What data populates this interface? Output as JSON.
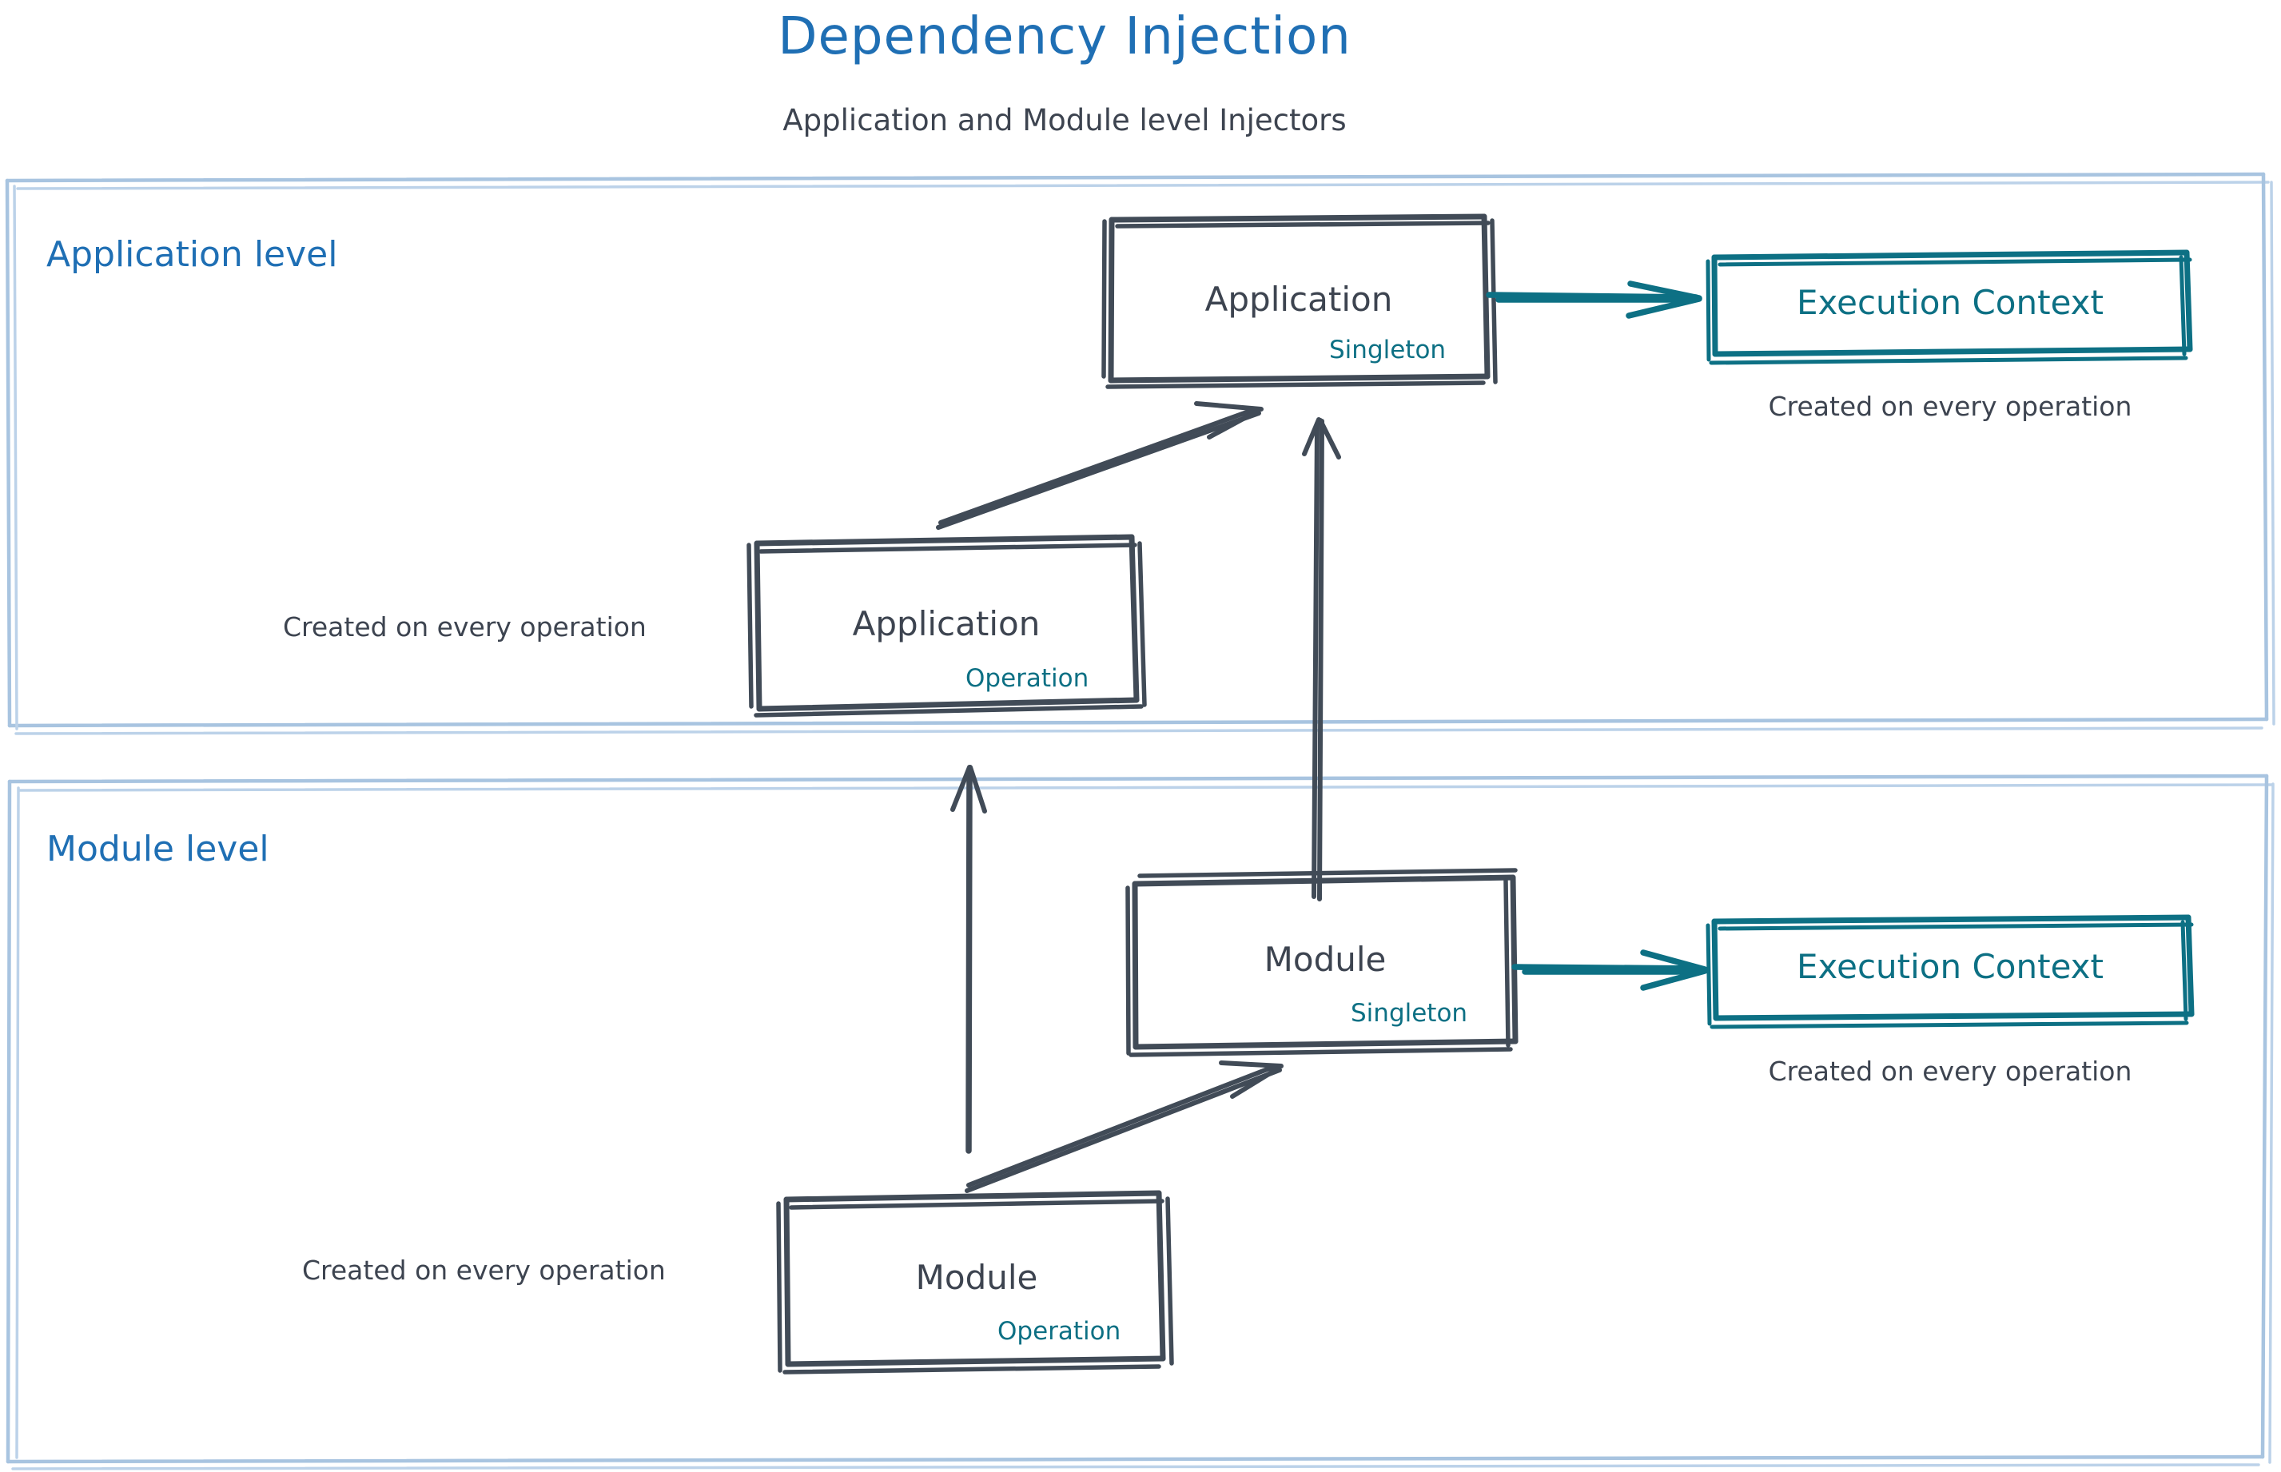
{
  "header": {
    "title": "Dependency Injection",
    "subtitle": "Application and Module level Injectors",
    "title_color": "#1f6fb4",
    "subtitle_color": "#3d4450"
  },
  "palette": {
    "panel_border": "#a8c4e0",
    "panel_label": "#1f6fb4",
    "node_stroke": "#414b57",
    "node_text": "#3d4450",
    "scope_text": "#0d7084",
    "context_stroke": "#0d7084",
    "context_text": "#0d7084",
    "background": "#ffffff"
  },
  "panels": [
    {
      "id": "application-level",
      "label": "Application level"
    },
    {
      "id": "module-level",
      "label": "Module level"
    }
  ],
  "nodes": [
    {
      "id": "application-singleton",
      "title": "Application",
      "scope": "Singleton",
      "panel": "application-level"
    },
    {
      "id": "application-operation",
      "title": "Application",
      "scope": "Operation",
      "panel": "application-level"
    },
    {
      "id": "module-singleton",
      "title": "Module",
      "scope": "Singleton",
      "panel": "module-level"
    },
    {
      "id": "module-operation",
      "title": "Module",
      "scope": "Operation",
      "panel": "module-level"
    }
  ],
  "context_boxes": [
    {
      "id": "application-execution-context",
      "label": "Execution Context",
      "caption": "Created on every operation",
      "panel": "application-level"
    },
    {
      "id": "module-execution-context",
      "label": "Execution Context",
      "caption": "Created on every operation",
      "panel": "module-level"
    }
  ],
  "notes": [
    {
      "id": "application-operation-note",
      "text": "Created on every operation"
    },
    {
      "id": "module-operation-note",
      "text": "Created on every operation"
    }
  ],
  "edges": [
    {
      "id": "edge-app-operation-to-app-singleton",
      "from": "application-operation",
      "to": "application-singleton",
      "style": "double-stroke-diagonal",
      "color": "#414b57"
    },
    {
      "id": "edge-module-singleton-to-app-singleton",
      "from": "module-singleton",
      "to": "application-singleton",
      "style": "double-stroke-vertical",
      "color": "#414b57"
    },
    {
      "id": "edge-module-operation-to-app-operation",
      "from": "module-operation",
      "to": "application-operation",
      "style": "single-stroke-vertical",
      "color": "#414b57"
    },
    {
      "id": "edge-module-operation-to-module-singleton",
      "from": "module-operation",
      "to": "module-singleton",
      "style": "double-stroke-diagonal",
      "color": "#414b57"
    },
    {
      "id": "edge-app-singleton-to-app-context",
      "from": "application-singleton",
      "to": "application-execution-context",
      "style": "single-stroke-horizontal",
      "color": "#0d7084"
    },
    {
      "id": "edge-module-singleton-to-module-context",
      "from": "module-singleton",
      "to": "module-execution-context",
      "style": "single-stroke-horizontal",
      "color": "#0d7084"
    }
  ]
}
